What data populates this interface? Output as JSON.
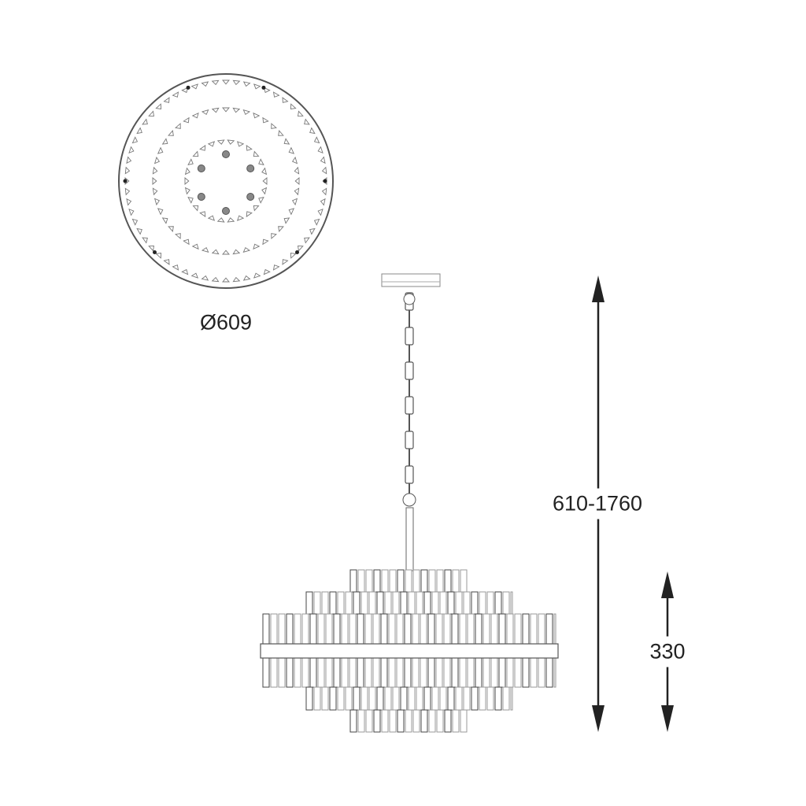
{
  "top_view": {
    "diameter_label": "Ø609"
  },
  "side_view": {
    "total_height_label": "610-1760",
    "body_height_label": "330"
  },
  "colors": {
    "line": "#333333",
    "light_line": "#999999",
    "background": "#ffffff"
  }
}
